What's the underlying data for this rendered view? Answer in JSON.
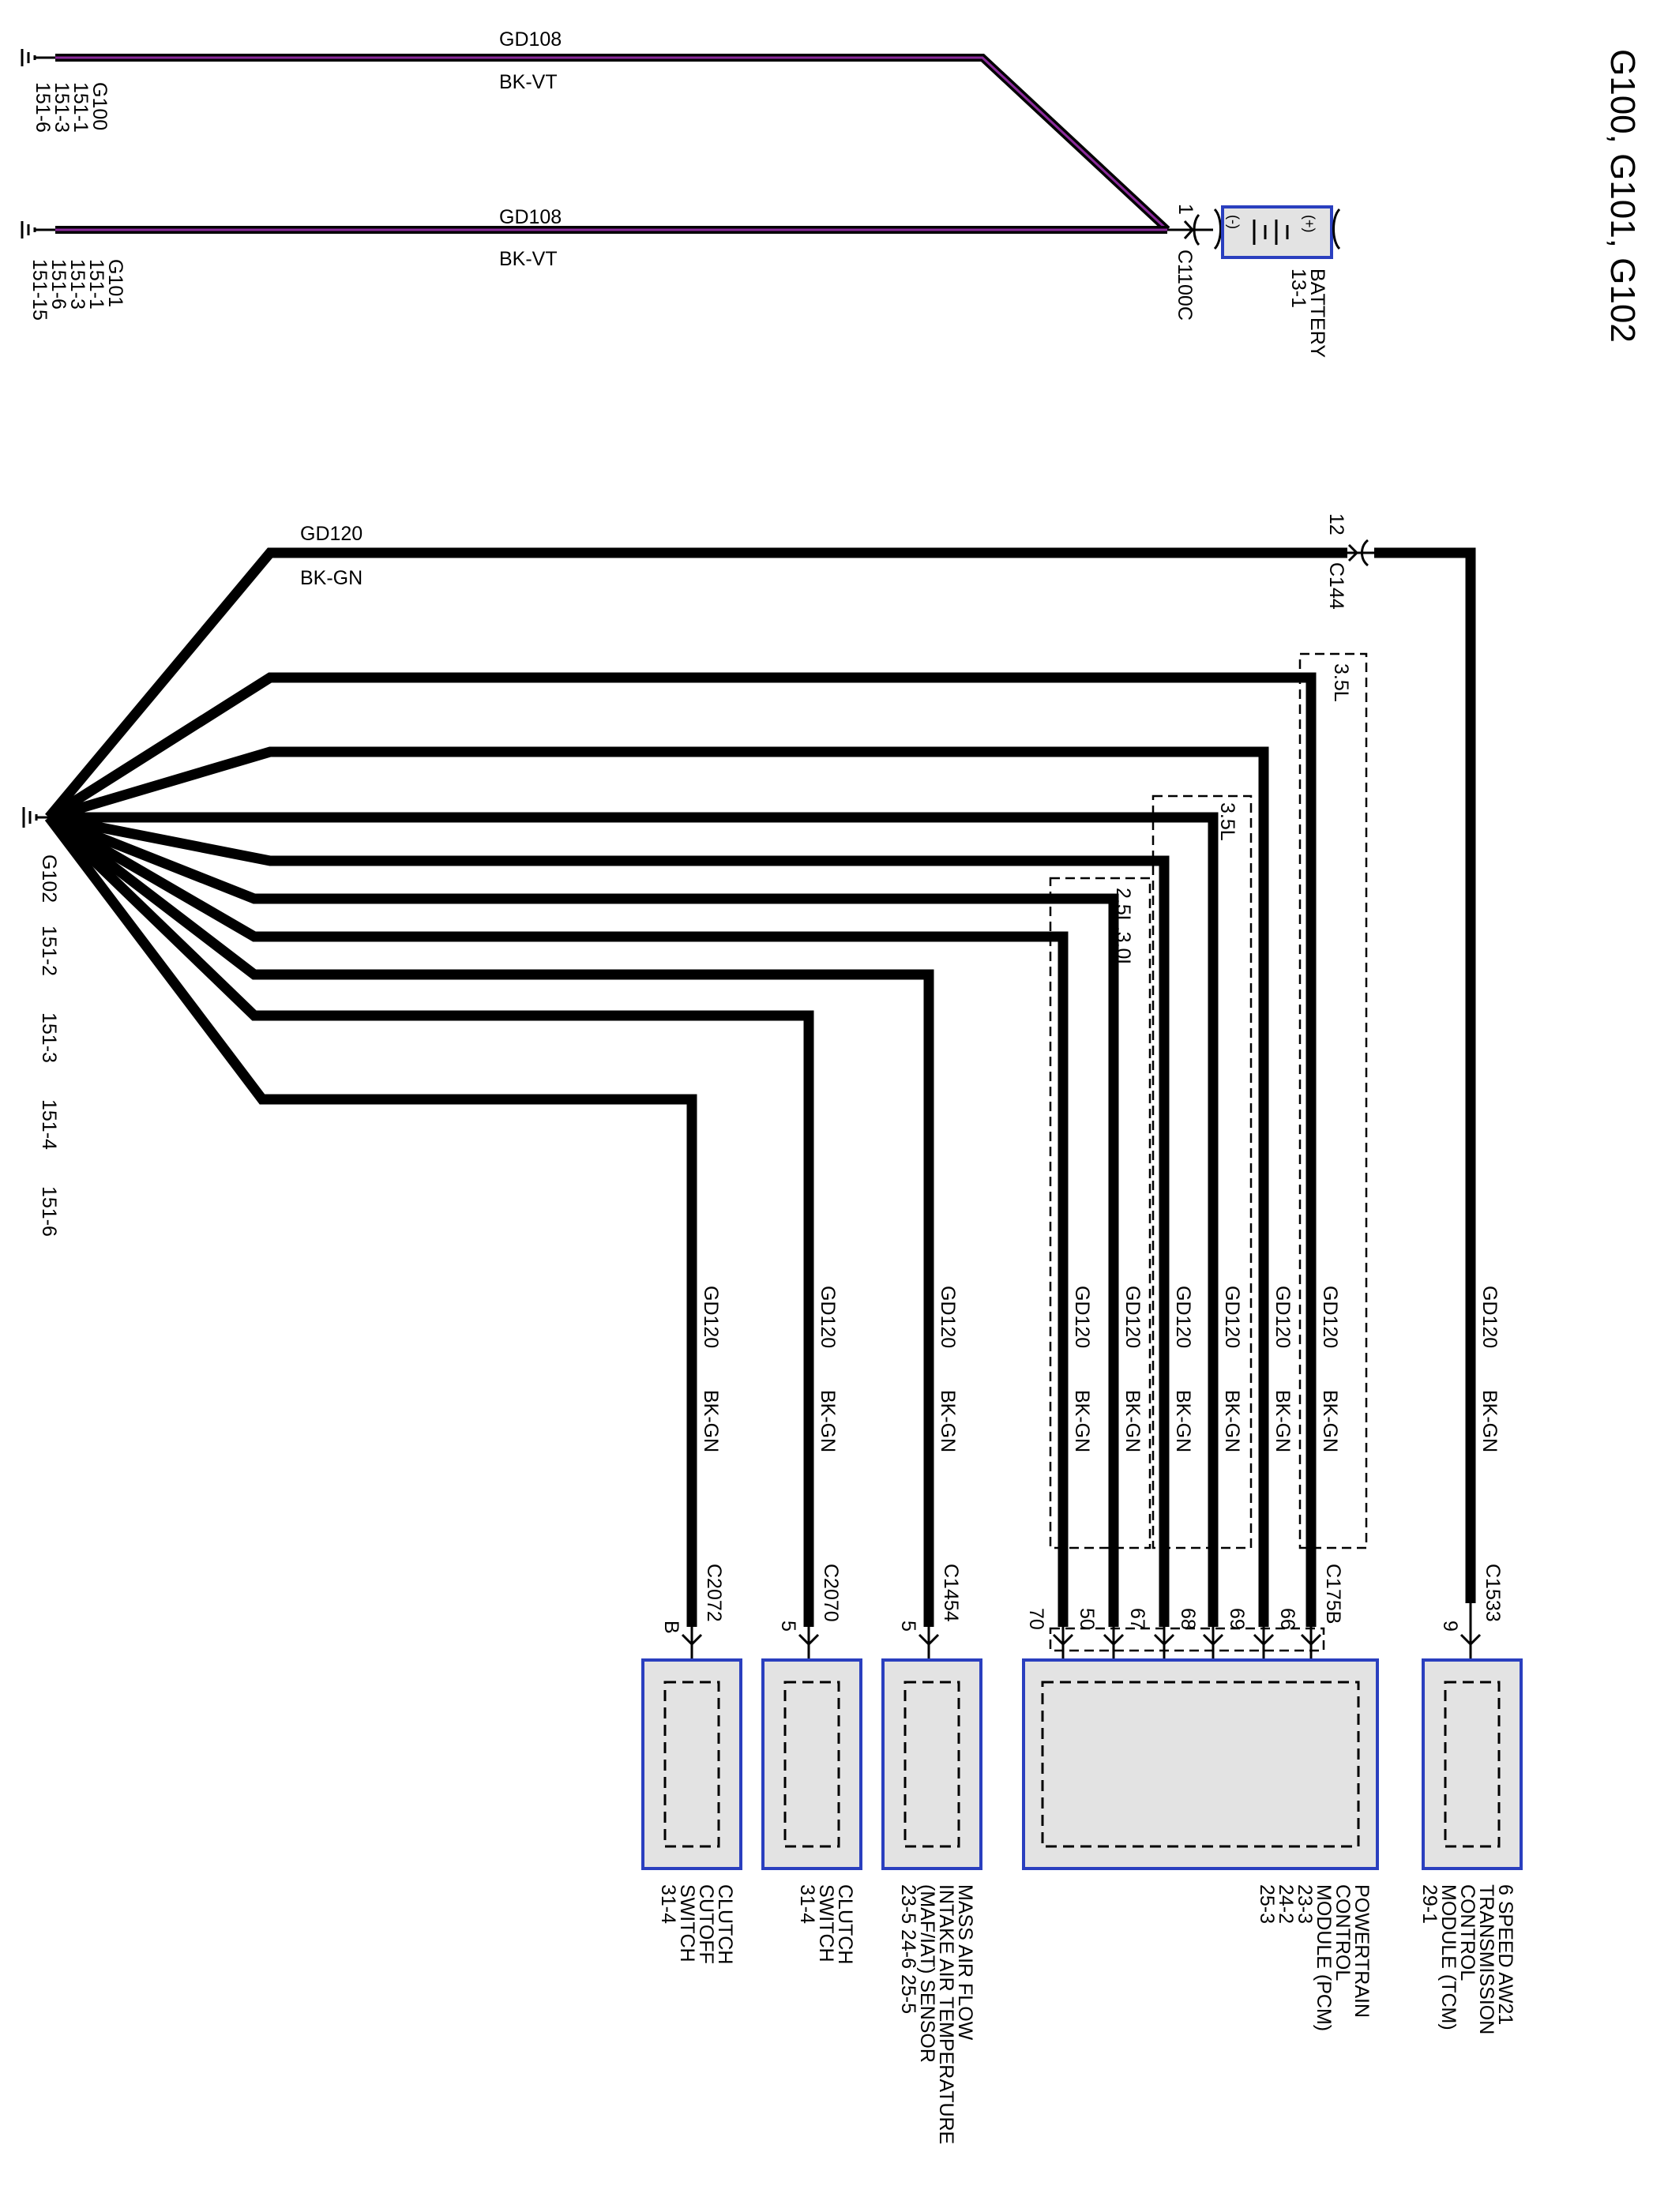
{
  "title": "G100, G101, G102",
  "upper": {
    "wire_top": {
      "circuit": "GD108",
      "color": "BK-VT"
    },
    "wire_bottom": {
      "circuit": "GD108",
      "color": "BK-VT"
    },
    "ground_g100": [
      "G100",
      "151-1",
      "151-3",
      "151-6"
    ],
    "ground_g101": [
      "G101",
      "151-1",
      "151-3",
      "151-6",
      "151-15"
    ],
    "c1100c": {
      "pin": "1",
      "connector": "C1100C"
    },
    "battery": {
      "name": "BATTERY",
      "ref": "13-1",
      "plus": "(+)",
      "minus": "(-)"
    }
  },
  "lower": {
    "g102_label": "G102",
    "g102_refs": [
      "151-2",
      "151-3",
      "151-4",
      "151-6"
    ],
    "main_wire": {
      "circuit": "GD120",
      "color": "BK-GN"
    },
    "c144": {
      "pin": "12",
      "connector": "C144"
    },
    "options": {
      "a": "3.5L",
      "b": "3.5L",
      "c": "2.5L,3.0L"
    },
    "vertical_wires": [
      {
        "circuit": "GD120",
        "color": "BK-GN"
      },
      {
        "circuit": "GD120",
        "color": "BK-GN"
      },
      {
        "circuit": "GD120",
        "color": "BK-GN"
      },
      {
        "circuit": "GD120",
        "color": "BK-GN"
      },
      {
        "circuit": "GD120",
        "color": "BK-GN"
      },
      {
        "circuit": "GD120",
        "color": "BK-GN"
      },
      {
        "circuit": "GD120",
        "color": "BK-GN"
      },
      {
        "circuit": "GD120",
        "color": "BK-GN"
      },
      {
        "circuit": "GD120",
        "color": "BK-GN"
      },
      {
        "circuit": "GD120",
        "color": "BK-GN"
      }
    ],
    "connectors": {
      "c2072": {
        "name": "C2072",
        "pin": "B"
      },
      "c2070": {
        "name": "C2070",
        "pin": "5"
      },
      "c1454": {
        "name": "C1454",
        "pin": "5"
      },
      "c175b": {
        "name": "C175B",
        "pins": [
          "70",
          "50",
          "67",
          "68",
          "69",
          "66"
        ]
      },
      "c1533": {
        "name": "C1533",
        "pin": "9"
      }
    },
    "components": {
      "clutch_cutoff": {
        "lines": [
          "CLUTCH",
          "CUTOFF",
          "SWITCH",
          "31-4"
        ]
      },
      "clutch_switch": {
        "lines": [
          "CLUTCH",
          "SWITCH",
          "31-4"
        ]
      },
      "maf": {
        "lines": [
          "MASS AIR FLOW",
          "INTAKE AIR TEMPERATURE",
          "(MAF/IAT) SENSOR",
          "23-5    24-6    25-5"
        ]
      },
      "pcm": {
        "lines": [
          "POWERTRAIN",
          "CONTROL",
          "MODULE (PCM)",
          "23-3",
          "24-2",
          "25-3"
        ]
      },
      "tcm": {
        "lines": [
          "6 SPEED AW21",
          "TRANSMISSION",
          "CONTROL",
          "MODULE (TCM)",
          "29-1"
        ]
      }
    }
  }
}
